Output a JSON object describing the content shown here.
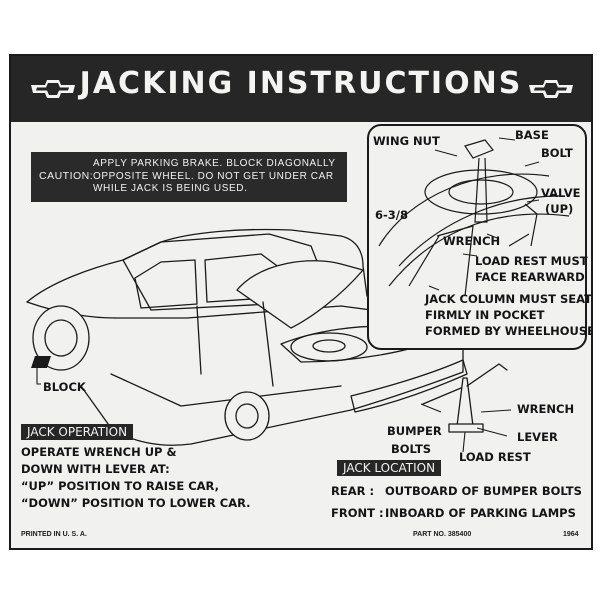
{
  "title": "JACKING INSTRUCTIONS",
  "caution": {
    "label": "CAUTION:",
    "lines": [
      "APPLY PARKING BRAKE. BLOCK DIAGONALLY",
      "OPPOSITE WHEEL. DO NOT GET UNDER CAR",
      "WHILE JACK IS BEING USED."
    ]
  },
  "inset_labels": {
    "wing_nut": "WING NUT",
    "base": "BASE",
    "bolt": "BOLT",
    "valve": "VALVE",
    "valve_up": "(UP)",
    "dimension": "6-3/8",
    "wrench": "WRENCH",
    "load_rest_1": "LOAD REST MUST",
    "load_rest_2": "FACE REARWARD",
    "column_1": "JACK COLUMN MUST SEAT",
    "column_2": "FIRMLY IN POCKET",
    "column_3": "FORMED BY WHEELHOUSE"
  },
  "car_labels": {
    "block": "BLOCK",
    "bumper": "BUMPER",
    "bolts": "BOLTS",
    "wrench": "WRENCH",
    "lever": "LEVER",
    "load_rest": "LOAD REST"
  },
  "jack_operation": {
    "heading": "JACK OPERATION",
    "lines": [
      "OPERATE WRENCH UP &",
      "DOWN WITH LEVER AT:",
      "“UP” POSITION TO RAISE CAR,",
      "“DOWN” POSITION TO LOWER CAR."
    ]
  },
  "jack_location": {
    "heading": "JACK LOCATION",
    "rear_label": "REAR :",
    "rear_value": "OUTBOARD OF BUMPER BOLTS",
    "front_label": "FRONT :",
    "front_value": "INBOARD OF PARKING LAMPS"
  },
  "footer": {
    "printed": "PRINTED IN U. S. A.",
    "part": "PART NO. 385400",
    "year": "1964"
  },
  "colors": {
    "header_bg": "#262626",
    "panel_bg": "#f1f1ef",
    "ink": "#141414"
  },
  "icons": [
    "bowtie-emblem-icon",
    "wheel-block-icon",
    "scissor-jack-icon"
  ]
}
